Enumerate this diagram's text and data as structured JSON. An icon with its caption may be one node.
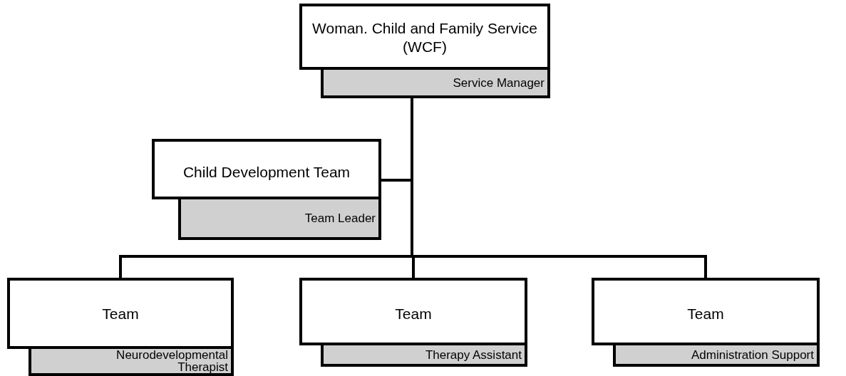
{
  "diagram": {
    "nodes": [
      {
        "text": [
          "Woman. Child and Family Service (WCF)"
        ]
      },
      {
        "text": [
          "Service Manager"
        ]
      },
      {
        "text": [
          "Child Development Team"
        ]
      },
      {
        "text": [
          "Team Leader"
        ]
      },
      {
        "text": [
          "Team"
        ]
      },
      {
        "text": [
          "Neurodevelopmental Therapist"
        ]
      },
      {
        "text": [
          "Team"
        ]
      },
      {
        "text": [
          "Therapy Assistant"
        ]
      },
      {
        "text": [
          "Team"
        ]
      },
      {
        "text": [
          "Administration Support"
        ]
      }
    ],
    "edges": [
      {
        "from": 1,
        "to": 2,
        "arrow": "none"
      },
      {
        "from": 1,
        "to": 4,
        "arrow": "none"
      },
      {
        "from": 1,
        "to": 6,
        "arrow": "none"
      },
      {
        "from": 1,
        "to": 8,
        "arrow": "none"
      }
    ]
  }
}
